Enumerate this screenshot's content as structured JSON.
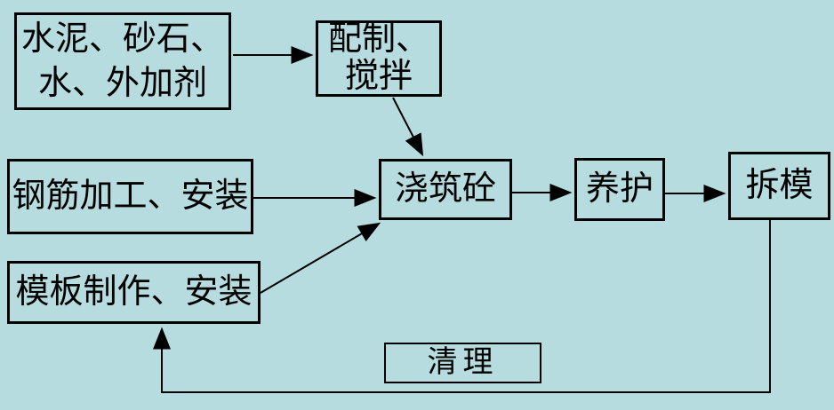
{
  "canvas": {
    "background": "#b7dcdf",
    "line_color": "#000000",
    "text_color": "#000000"
  },
  "nodes": {
    "materials": {
      "line1": "水泥、砂石、",
      "line2": "水、外加剂"
    },
    "mixing": {
      "line1": "配制、",
      "line2": "搅拌"
    },
    "rebar": {
      "label": "钢筋加工、安装"
    },
    "pour": {
      "label": "浇筑砼"
    },
    "curing": {
      "label": "养护"
    },
    "demold": {
      "label": "拆模"
    },
    "formwork": {
      "label": "模板制作、安装"
    },
    "cleaning": {
      "label": "清理"
    }
  },
  "edges": [
    {
      "from": "materials",
      "to": "mixing"
    },
    {
      "from": "mixing",
      "to": "pour"
    },
    {
      "from": "rebar",
      "to": "pour"
    },
    {
      "from": "formwork",
      "to": "pour"
    },
    {
      "from": "pour",
      "to": "curing"
    },
    {
      "from": "curing",
      "to": "demold"
    },
    {
      "from": "demold",
      "to": "formwork",
      "via": "cleaning"
    }
  ]
}
